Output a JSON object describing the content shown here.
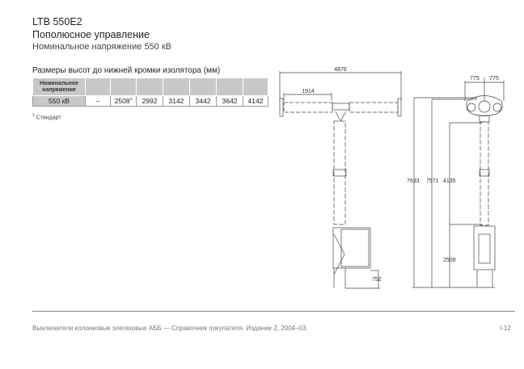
{
  "header": {
    "title": "LTB 550E2",
    "subtitle": "Пополюсное управление",
    "voltage_line": "Номинальное напряжение 550 кВ"
  },
  "table": {
    "caption": "Размеры высот до нижней кромки изолятора (мм)",
    "header": "Номинальное напряжение",
    "row": {
      "label": "550 кВ",
      "values": [
        "–",
        "2508",
        "2992",
        "3142",
        "3442",
        "3642",
        "4142"
      ],
      "footnote_mark_index": 1
    }
  },
  "footnote": {
    "mark": "1",
    "text": "Стандарт"
  },
  "drawing": {
    "dims": {
      "total_width": "4876",
      "half_width": "1914",
      "base_depth": "752",
      "phase_left": "775",
      "phase_right": "775",
      "height_top": "7633",
      "height_contact": "7571",
      "insulator_height": "4135",
      "base_height": "2508"
    }
  },
  "footer": {
    "text": "Выключатели колонковые элегазовые АББ — Справочник покупателя. Издание 2, 2004–03.",
    "page": "I-12"
  }
}
